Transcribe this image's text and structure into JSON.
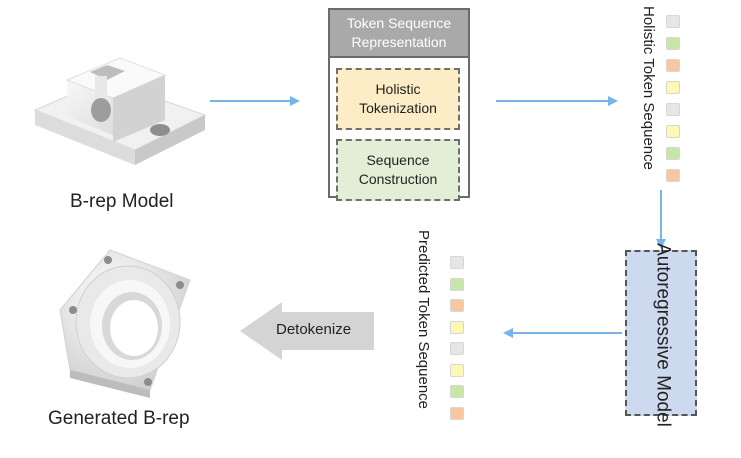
{
  "colors": {
    "arrow": "#79b4e6",
    "token_gray": "#e6e6e6",
    "token_green": "#c8e7a6",
    "token_orange": "#f8c6a0",
    "token_yellow": "#fdf8b4"
  },
  "brep_model": {
    "label": "B-rep Model"
  },
  "generated_brep": {
    "label": "Generated B-rep"
  },
  "token_box": {
    "header": "Token Sequence Representation",
    "stages": [
      "Holistic Tokenization",
      "Sequence Construction"
    ]
  },
  "holistic_sequence": {
    "label": "Holistic Token Sequence",
    "tokens": [
      "gray",
      "green",
      "orange",
      "yellow",
      "gray",
      "yellow",
      "green",
      "orange"
    ]
  },
  "model": {
    "label": "Autoregressive Model"
  },
  "predicted_sequence": {
    "label": "Predicted Token Sequence",
    "tokens": [
      "gray",
      "green",
      "orange",
      "yellow",
      "gray",
      "yellow",
      "green",
      "orange"
    ]
  },
  "detokenize": {
    "label": "Detokenize"
  }
}
